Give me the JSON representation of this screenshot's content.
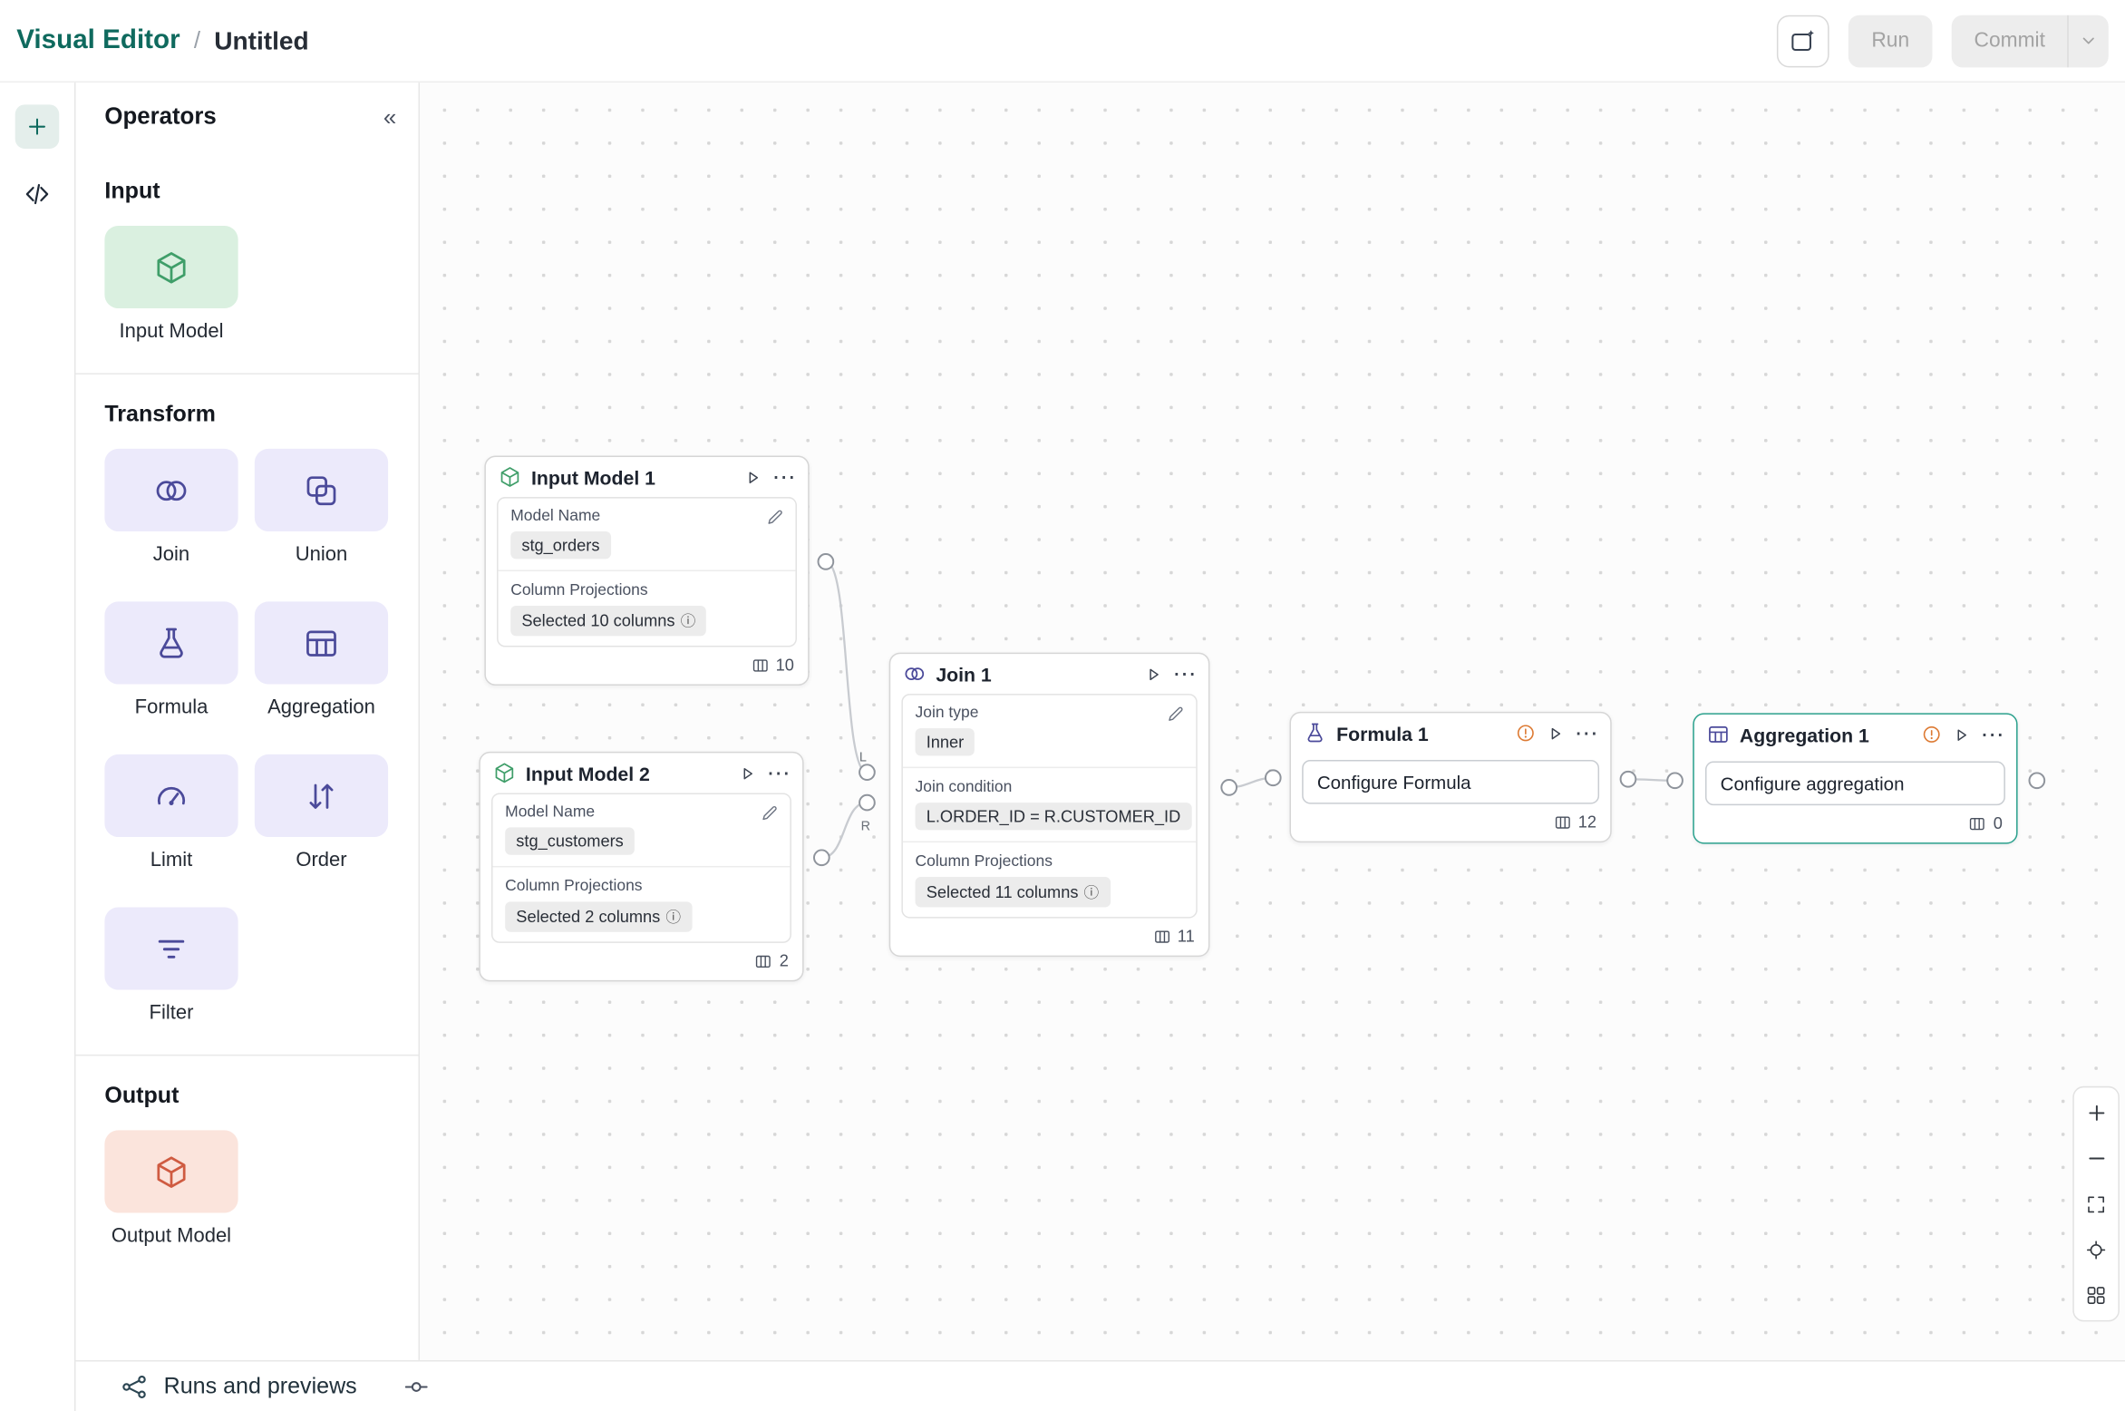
{
  "header": {
    "app_name": "Visual Editor",
    "separator": "/",
    "doc_title": "Untitled",
    "run_label": "Run",
    "commit_label": "Commit"
  },
  "sidebar": {
    "title": "Operators",
    "sections": {
      "input": {
        "title": "Input",
        "items": [
          {
            "label": "Input Model"
          }
        ]
      },
      "transform": {
        "title": "Transform",
        "items": [
          {
            "label": "Join"
          },
          {
            "label": "Union"
          },
          {
            "label": "Formula"
          },
          {
            "label": "Aggregation"
          },
          {
            "label": "Limit"
          },
          {
            "label": "Order"
          },
          {
            "label": "Filter"
          }
        ]
      },
      "output": {
        "title": "Output",
        "items": [
          {
            "label": "Output Model"
          }
        ]
      }
    }
  },
  "canvas": {
    "nodes": {
      "input_model_1": {
        "title": "Input Model 1",
        "model_name_label": "Model Name",
        "model_name_value": "stg_orders",
        "projections_label": "Column Projections",
        "projections_value": "Selected 10 columns",
        "row_count": "10"
      },
      "input_model_2": {
        "title": "Input Model 2",
        "model_name_label": "Model Name",
        "model_name_value": "stg_customers",
        "projections_label": "Column Projections",
        "projections_value": "Selected 2 columns",
        "row_count": "2"
      },
      "join_1": {
        "title": "Join 1",
        "join_type_label": "Join type",
        "join_type_value": "Inner",
        "join_condition_label": "Join condition",
        "join_condition_value": "L.ORDER_ID = R.CUSTOMER_ID",
        "projections_label": "Column Projections",
        "projections_value": "Selected 11 columns",
        "left_port_label": "L",
        "right_port_label": "R",
        "row_count": "11"
      },
      "formula_1": {
        "title": "Formula 1",
        "action_label": "Configure Formula",
        "row_count": "12"
      },
      "aggregation_1": {
        "title": "Aggregation 1",
        "action_label": "Configure aggregation",
        "row_count": "0"
      }
    }
  },
  "footer": {
    "runs_label": "Runs and previews"
  },
  "icons": {
    "ellipsis": "⋯",
    "info": "ⓘ",
    "collapse": "«"
  },
  "colors": {
    "brand_teal": "#0f6a5e",
    "selected_node_border": "#2ba18d",
    "warning_orange": "#dd7a33",
    "input_operator_green": "#3f9e69",
    "transform_operator_indigo": "#4b4a9a",
    "output_operator_coral": "#cf5b41"
  }
}
